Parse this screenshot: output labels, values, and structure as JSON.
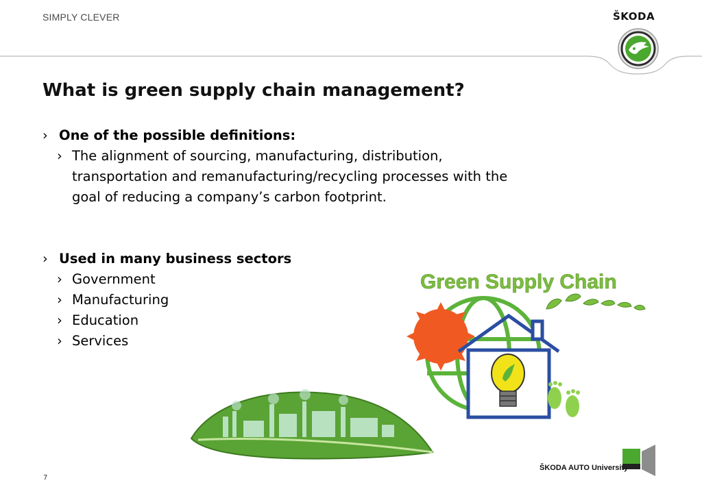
{
  "header": {
    "tagline": "SIMPLY CLEVER",
    "brand": "ŠKODA",
    "badge_icon": "skoda-arrow-logo-icon"
  },
  "slide": {
    "title": "What is green supply chain management?",
    "section1": {
      "heading": "One of the possible definitions:",
      "items": [
        "The alignment of sourcing, manufacturing, distribution,",
        "transportation and remanufacturing/recycling processes with the",
        "goal of reducing a company’s carbon footprint."
      ]
    },
    "section2": {
      "heading": "Used in many business sectors",
      "items": [
        "Government",
        "Manufacturing",
        "Education",
        "Services"
      ]
    },
    "bullet_glyph": "›"
  },
  "illustration": {
    "caption": "Green Supply Chain"
  },
  "footer": {
    "page_number": "7",
    "university": "ŠKODA AUTO University"
  },
  "colors": {
    "brand_green": "#4ba82e",
    "sun_orange": "#f05a22",
    "house_blue": "#2b4ea2",
    "bulb_yellow": "#f2e21a"
  }
}
